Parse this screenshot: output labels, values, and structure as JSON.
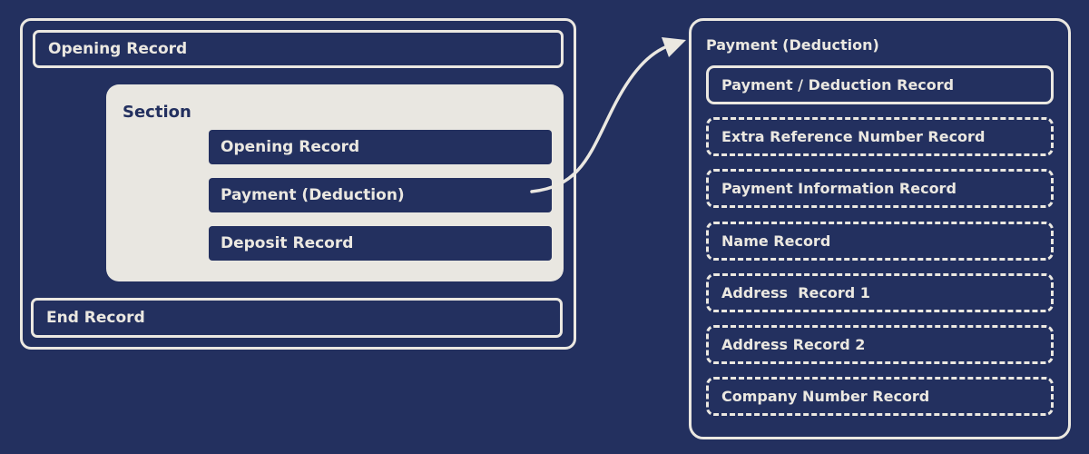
{
  "left_panel": {
    "opening_record": "Opening Record",
    "end_record": "End Record",
    "section": {
      "title": "Section",
      "items": [
        "Opening Record",
        "Payment (Deduction)",
        "Deposit Record"
      ]
    }
  },
  "right_panel": {
    "title": "Payment (Deduction)",
    "required_record": "Payment / Deduction Record",
    "optional_records": [
      "Extra Reference Number Record",
      "Payment Information Record",
      "Name Record",
      "Address  Record 1",
      "Address Record 2",
      "Company Number Record"
    ]
  },
  "colors": {
    "background": "#23305f",
    "foreground": "#ebe8e1",
    "section_fill": "#e9e7e1"
  }
}
